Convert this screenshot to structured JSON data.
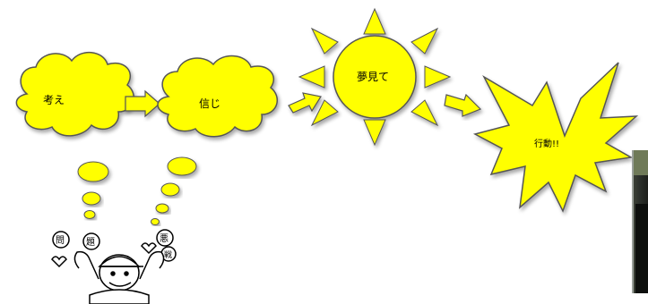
{
  "steps": [
    {
      "label": "考え"
    },
    {
      "label": "信じ"
    },
    {
      "label": "夢見て"
    },
    {
      "label": "行動!!"
    }
  ],
  "thought_bubble_words": [
    "問",
    "題",
    "悪",
    "戦"
  ],
  "colors": {
    "shape_fill": "#ffff00",
    "shape_stroke": "#555555",
    "arrow_fill": "#ffff00"
  }
}
